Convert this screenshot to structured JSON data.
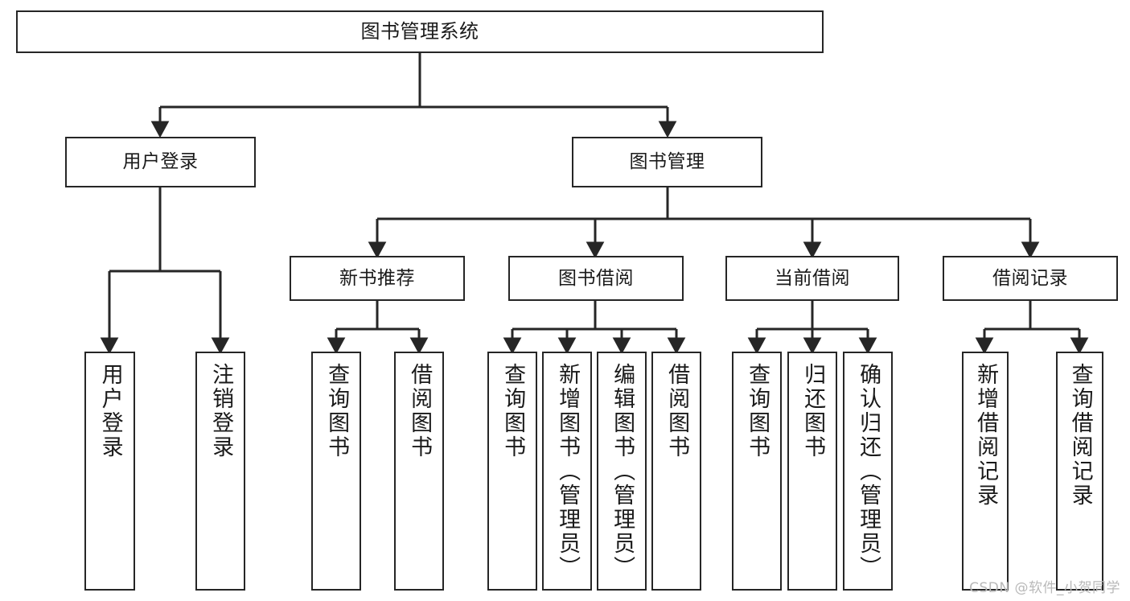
{
  "diagram": {
    "title": "图书管理系统",
    "type": "hierarchy-tree",
    "watermark": "CSDN @软件_小贺同学",
    "colors": {
      "border": "#262626",
      "background": "#ffffff",
      "text": "#1a1a1a",
      "watermark": "#b9b9b9"
    },
    "nodes": {
      "root": {
        "label": "图书管理系统"
      },
      "level1": [
        {
          "label": "用户登录"
        },
        {
          "label": "图书管理"
        }
      ],
      "level2": [
        {
          "label": "新书推荐"
        },
        {
          "label": "图书借阅"
        },
        {
          "label": "当前借阅"
        },
        {
          "label": "借阅记录"
        }
      ],
      "leaves": {
        "user_login": [
          {
            "label": "用户登录"
          },
          {
            "label": "注销登录"
          }
        ],
        "new_book_recommend": [
          {
            "label": "查询图书"
          },
          {
            "label": "借阅图书"
          }
        ],
        "book_borrow": [
          {
            "label": "查询图书"
          },
          {
            "label": "新增图书（管理员）"
          },
          {
            "label": "编辑图书（管理员）"
          },
          {
            "label": "借阅图书"
          }
        ],
        "current_borrow": [
          {
            "label": "查询图书"
          },
          {
            "label": "归还图书"
          },
          {
            "label": "确认归还（管理员）"
          }
        ],
        "borrow_record": [
          {
            "label": "新增借阅记录"
          },
          {
            "label": "查询借阅记录"
          }
        ]
      }
    }
  }
}
